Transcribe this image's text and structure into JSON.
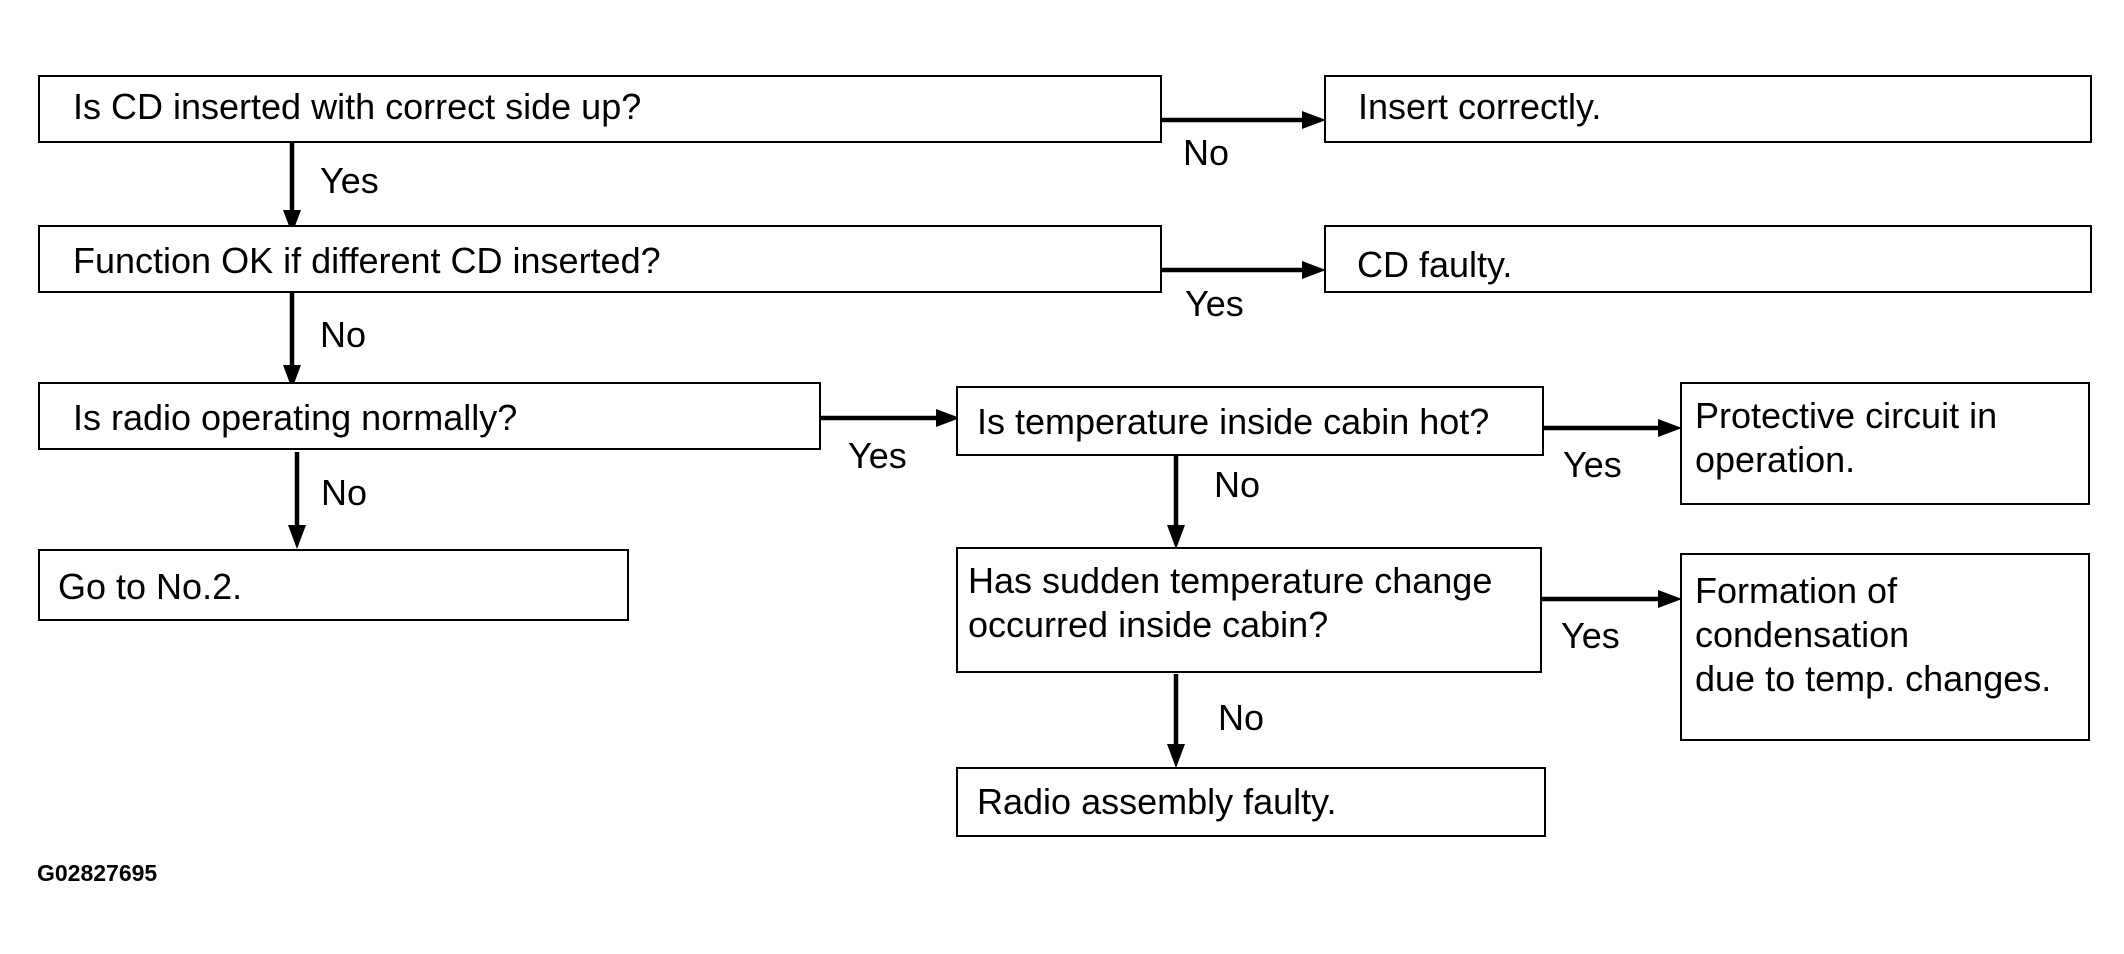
{
  "boxes": {
    "q_cd_side": "Is CD inserted with correct side up?",
    "insert_correctly": "Insert correctly.",
    "q_different_cd": "Function OK if different CD inserted?",
    "cd_faulty": "CD faulty.",
    "q_radio_normal": "Is radio operating normally?",
    "q_temp_hot": "Is temperature inside cabin hot?",
    "protective_circuit": "Protective circuit in\noperation.",
    "go_to_no2": "Go to No.2.",
    "q_sudden_temp": "Has sudden temperature change\noccurred inside cabin?",
    "condensation": "Formation of\ncondensation\ndue to temp. changes.",
    "radio_faulty": "Radio assembly faulty."
  },
  "labels": {
    "cd_side_no": "No",
    "cd_side_yes": "Yes",
    "different_cd_yes": "Yes",
    "different_cd_no": "No",
    "radio_normal_yes": "Yes",
    "radio_normal_no": "No",
    "temp_hot_yes": "Yes",
    "temp_hot_no": "No",
    "sudden_temp_yes": "Yes",
    "sudden_temp_no": "No"
  },
  "figure_code": "G02827695"
}
